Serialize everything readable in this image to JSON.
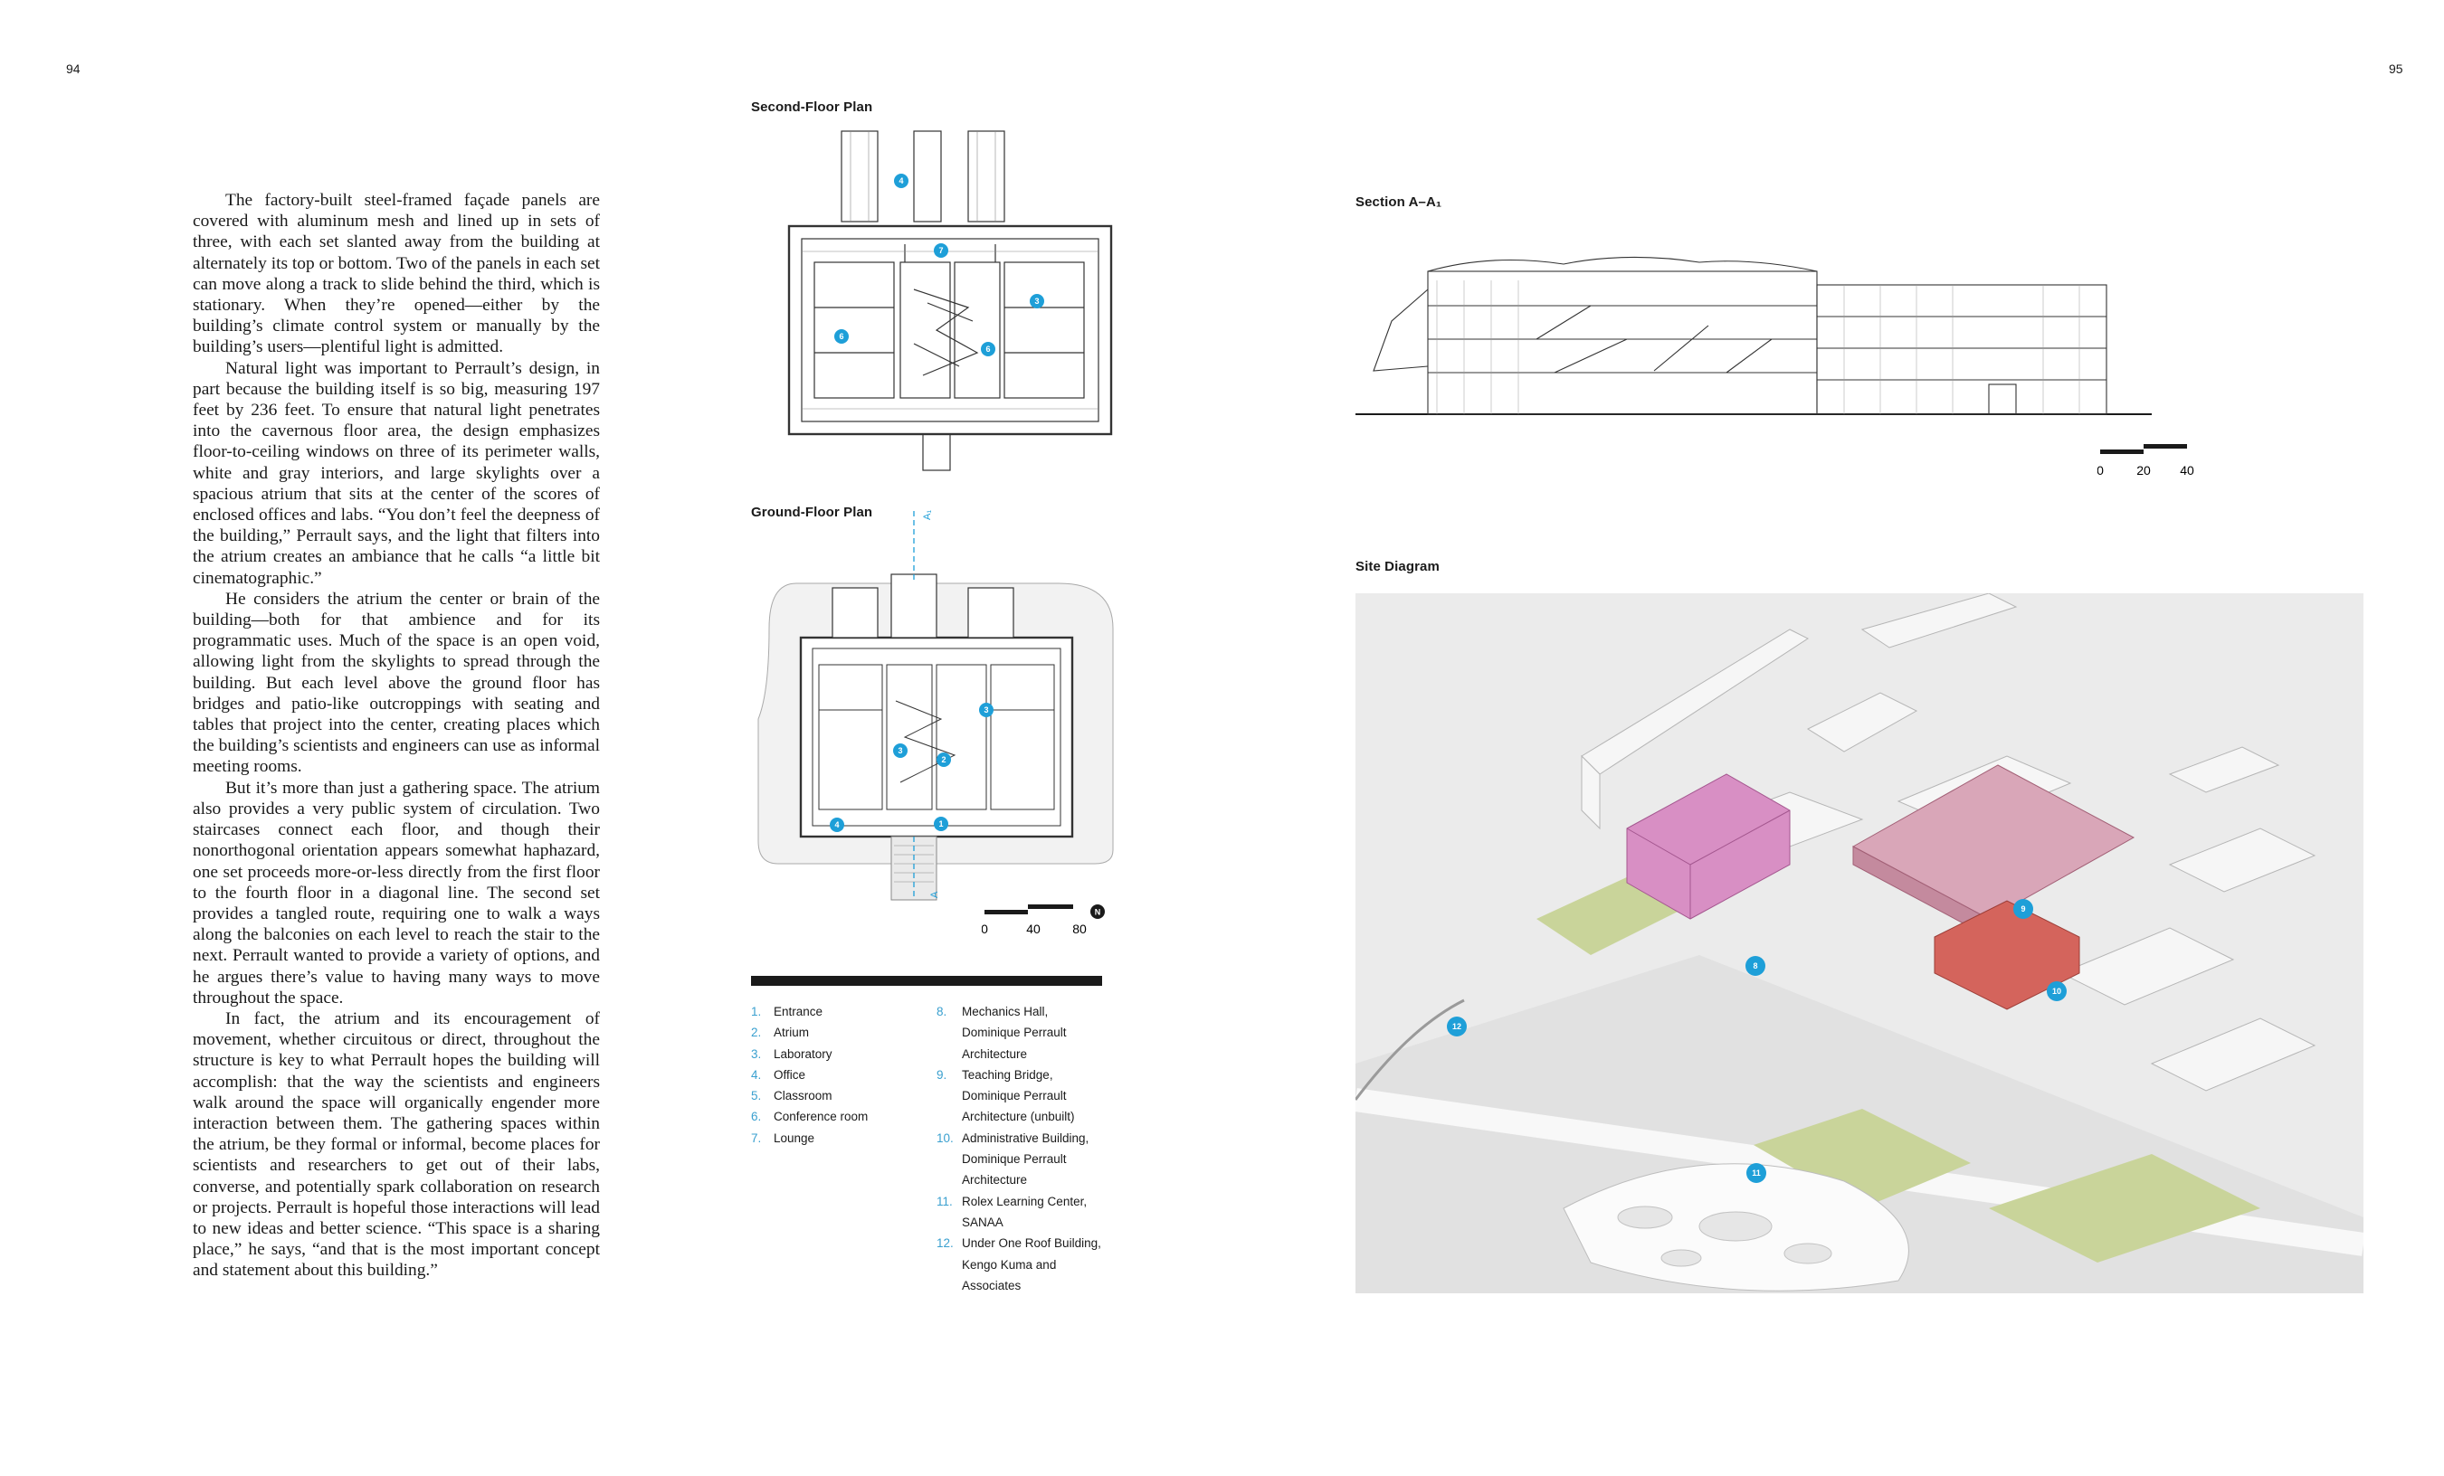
{
  "page_numbers": {
    "left": "94",
    "right": "95"
  },
  "body_paragraphs": [
    "The factory-built steel-framed façade panels are covered with aluminum mesh and lined up in sets of three, with each set slanted away from the building at alternately its top or bottom. Two of the panels in each set can move along a track to slide behind the third, which is stationary. When they’re opened—either by the building’s climate control system or manually by the building’s users—plentiful light is admitted.",
    "Natural light was important to Perrault’s design, in part because the building itself is so big, measuring 197 feet by 236 feet. To ensure that natural light penetrates into the cavernous floor area, the design emphasizes floor-to-ceiling windows on three of its perimeter walls, white and gray interiors, and large skylights over a spacious atrium that sits at the center of the scores of enclosed offices and labs. “You don’t feel the deepness of the building,” Perrault says, and the light that filters into the atrium creates an ambiance that he calls “a little bit cinematographic.”",
    "He considers the atrium the center or brain of the building—both for that ambience and for its programmatic uses. Much of the space is an open void, allowing light from the skylights to spread through the building. But each level above the ground floor has bridges and patio-like outcroppings with seating and tables that project into the center, creating places which the building’s scientists and engineers can use as informal meeting rooms.",
    "But it’s more than just a gathering space. The atrium also provides a very public system of circulation. Two staircases connect each floor, and though their nonorthogonal orientation appears somewhat haphazard, one set proceeds more-or-less directly from the first floor to the fourth floor in a diagonal line. The second set provides a tangled route, requiring one to walk a ways along the balconies on each level to reach the stair to the next. Perrault wanted to provide a variety of options, and he argues there’s value to having many ways to move throughout the space.",
    "In fact, the atrium and its encouragement of movement, whether circuitous or direct, throughout the structure is key to what Perrault hopes the building will accomplish: that the way the scientists and engineers walk around the space will organically engender more interaction between them. The gathering spaces within the atrium, be they formal or informal, become places for scientists and researchers to get out of their labs, converse, and potentially spark collaboration on research or projects. Perrault is hopeful those interactions will lead to new ideas and better science. “This space is a sharing place,” he says, “and that is the most important concept and statement about this building.”"
  ],
  "figures": {
    "second_floor": {
      "title": "Second-Floor Plan",
      "badges": [
        "4",
        "7",
        "3",
        "6",
        "6"
      ]
    },
    "ground_floor": {
      "title": "Ground-Floor Plan",
      "section_mark": "A₁",
      "section_mark_bottom": "A",
      "badges": [
        "3",
        "3",
        "2",
        "4",
        "1"
      ],
      "scale_labels": [
        "0",
        "40",
        "80"
      ],
      "north": "N"
    },
    "section": {
      "title": "Section A–A₁",
      "scale_labels": [
        "0",
        "20",
        "40"
      ]
    },
    "site": {
      "title": "Site Diagram",
      "badges": [
        "9",
        "8",
        "10",
        "12",
        "11"
      ]
    }
  },
  "legend": {
    "col1": [
      {
        "n": "1.",
        "t": "Entrance"
      },
      {
        "n": "2.",
        "t": "Atrium"
      },
      {
        "n": "3.",
        "t": "Laboratory"
      },
      {
        "n": "4.",
        "t": "Office"
      },
      {
        "n": "5.",
        "t": "Classroom"
      },
      {
        "n": "6.",
        "t": "Conference room"
      },
      {
        "n": "7.",
        "t": "Lounge"
      }
    ],
    "col2": [
      {
        "n": "8.",
        "t": "Mechanics Hall, Dominique Perrault Architecture"
      },
      {
        "n": "9.",
        "t": "Teaching Bridge, Dominique Perrault Architecture (unbuilt)"
      },
      {
        "n": "10.",
        "t": "Administrative Building, Dominique Perrault Architecture"
      },
      {
        "n": "11.",
        "t": "Rolex Learning Center, SANAA"
      },
      {
        "n": "12.",
        "t": "Under One Roof Building, Kengo Kuma and Associates"
      }
    ]
  },
  "colors": {
    "badge": "#1e9fd8",
    "legend_number": "#3aa0cf",
    "pink": "#d88fc4",
    "red": "#d4645c",
    "green": "#c9d49a"
  }
}
